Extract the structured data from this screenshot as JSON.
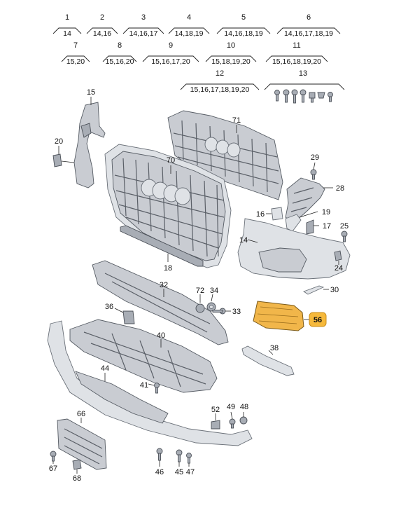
{
  "header_groups": [
    {
      "id": "1",
      "sub": "14"
    },
    {
      "id": "2",
      "sub": "14,16"
    },
    {
      "id": "3",
      "sub": "14,16,17"
    },
    {
      "id": "4",
      "sub": "14,18,19"
    },
    {
      "id": "5",
      "sub": "14,16,18,19"
    },
    {
      "id": "6",
      "sub": "14,16,17,18,19"
    },
    {
      "id": "7",
      "sub": "15,20"
    },
    {
      "id": "8",
      "sub": "15,16,20"
    },
    {
      "id": "9",
      "sub": "15,16,17,20"
    },
    {
      "id": "10",
      "sub": "15,18,19,20"
    },
    {
      "id": "11",
      "sub": "15,16,18,19,20"
    },
    {
      "id": "12",
      "sub": "15,16,17,18,19,20"
    },
    {
      "id": "13",
      "sub": ""
    }
  ],
  "callouts": [
    "15",
    "20",
    "71",
    "70",
    "29",
    "28",
    "16",
    "19",
    "17",
    "25",
    "14",
    "24",
    "18",
    "30",
    "32",
    "72",
    "34",
    "33",
    "36",
    "56",
    "40",
    "38",
    "44",
    "41",
    "66",
    "52",
    "49",
    "48",
    "67",
    "68",
    "46",
    "45",
    "47"
  ],
  "highlight_callout": "56",
  "colors": {
    "highlight": "#f6b93b",
    "part": "#c9ccd2"
  }
}
